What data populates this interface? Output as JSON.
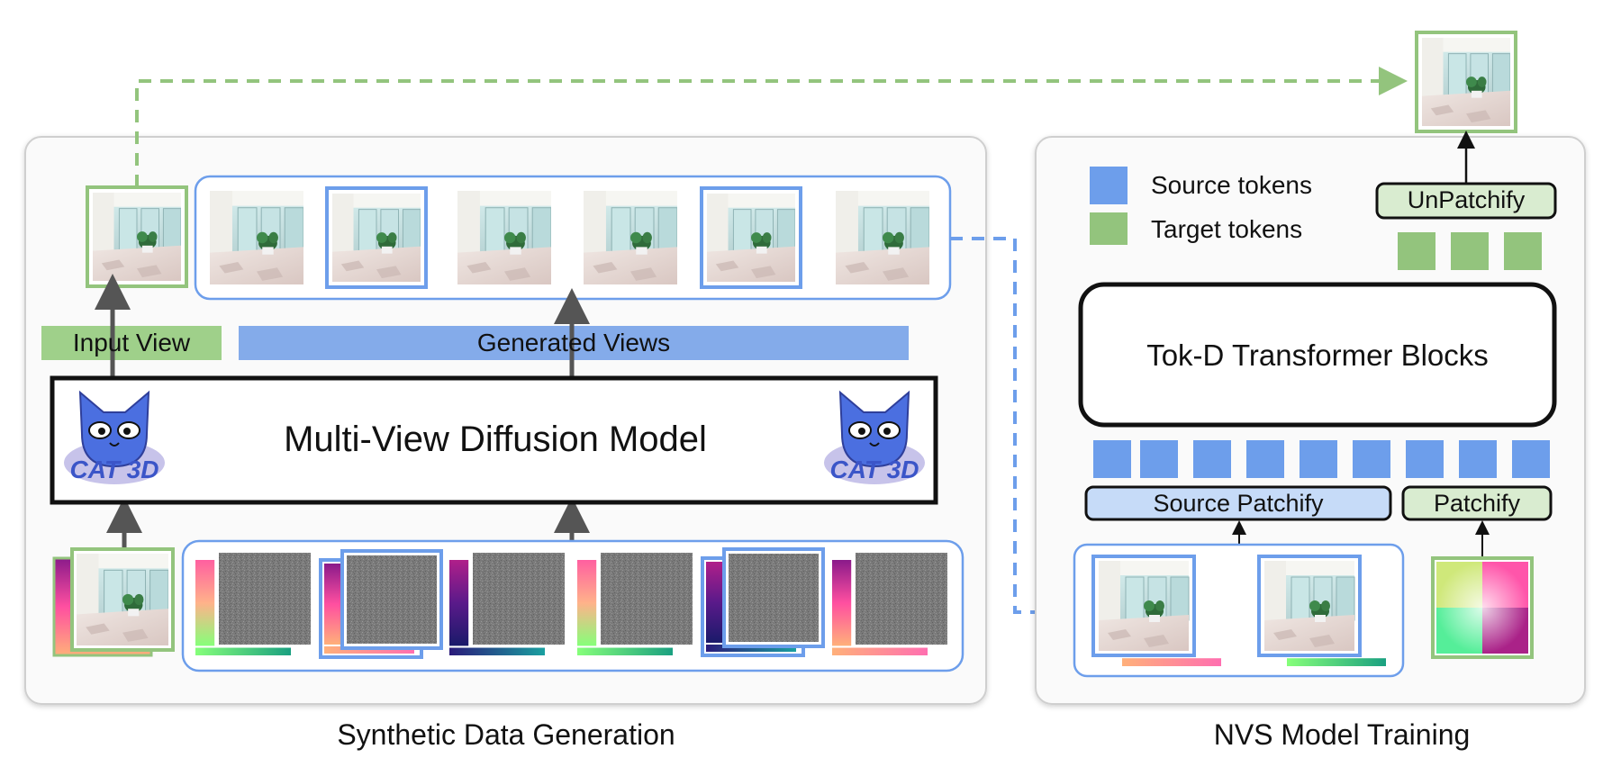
{
  "colors": {
    "green": "#93c47d",
    "green_fill": "#9fd08a",
    "blue": "#6d9eeb",
    "blue_fill": "#84abea",
    "light_blue": "#c6dbf8",
    "light_green": "#d9ecd0",
    "panel_border": "#cfcfcf",
    "arrow": "#555555"
  },
  "left_panel": {
    "caption": "Synthetic Data Generation",
    "input_view_label": "Input View",
    "generated_views_label": "Generated Views",
    "model_title": "Multi-View Diffusion Model",
    "logo_text": "CAT 3D"
  },
  "right_panel": {
    "caption": "NVS Model Training",
    "legend": {
      "source": "Source tokens",
      "target": "Target tokens"
    },
    "unpatchify": "UnPatchify",
    "transformer": "Tok-D Transformer Blocks",
    "source_patchify": "Source Patchify",
    "patchify": "Patchify"
  },
  "icons": [
    "cat-mascot-icon",
    "room-photo-icon",
    "noise-icon",
    "raymap-gradient-icon",
    "color-wheel-icon"
  ]
}
